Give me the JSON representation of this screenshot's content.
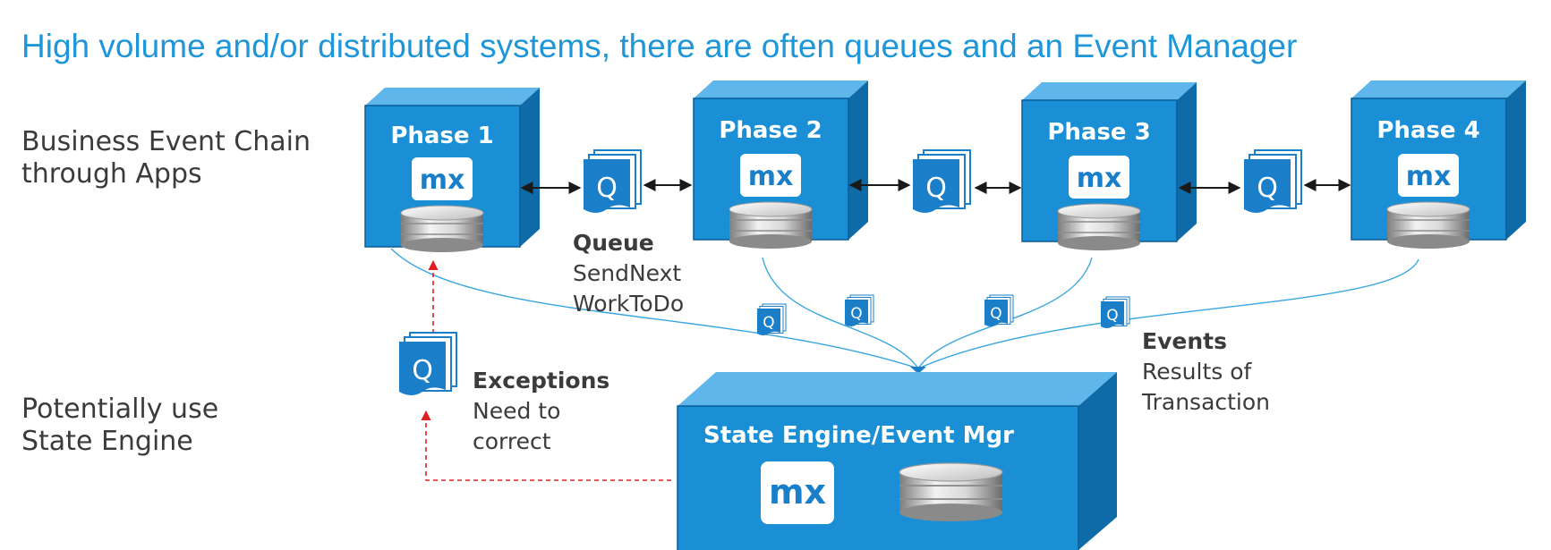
{
  "title": "High volume and/or distributed systems, there are often queues and an Event Manager",
  "side_labels": {
    "chain_line1": "Business Event Chain",
    "chain_line2": "through Apps",
    "engine_line1": "Potentially use",
    "engine_line2": "State Engine"
  },
  "phases": [
    {
      "label": "Phase 1",
      "logo": "mx"
    },
    {
      "label": "Phase 2",
      "logo": "mx"
    },
    {
      "label": "Phase 3",
      "logo": "mx"
    },
    {
      "label": "Phase 4",
      "logo": "mx"
    }
  ],
  "queue_glyph": "Q",
  "queue_note": {
    "title": "Queue",
    "line1": "SendNext",
    "line2": "WorkToDo"
  },
  "exceptions_note": {
    "title": "Exceptions",
    "line1": "Need to",
    "line2": "correct"
  },
  "events_note": {
    "title": "Events",
    "line1": "Results of",
    "line2": "Transaction"
  },
  "engine": {
    "label": "State Engine/Event Mgr",
    "logo": "mx"
  },
  "colors": {
    "box_front": "#1a8fd6",
    "box_top": "#5fb6ea",
    "box_side": "#0f6aa8",
    "title": "#1e96d8",
    "connector": "#3aa6e0",
    "exception_arrow": "#e02020"
  },
  "icons": [
    "cube-icon",
    "database-icon",
    "queue-icon",
    "double-arrow-icon"
  ]
}
